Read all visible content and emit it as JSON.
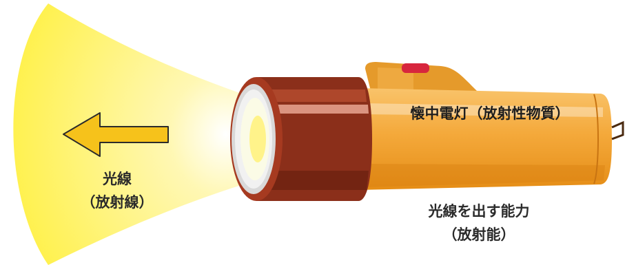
{
  "beam_label": {
    "line1": "光線",
    "line2": "（放射線）"
  },
  "flashlight_label": "懐中電灯（放射性物質）",
  "capability_label": {
    "line1": "光線を出す能力",
    "line2": "（放射能）"
  },
  "icons": [
    "light-beam",
    "left-arrow-icon",
    "flashlight"
  ],
  "colors": {
    "beam": "#fff59a",
    "arrow": "#f6c21b",
    "flashlight_body": "#f3a93a",
    "flashlight_head": "#8b2f1a",
    "switch": "#d7263d"
  }
}
